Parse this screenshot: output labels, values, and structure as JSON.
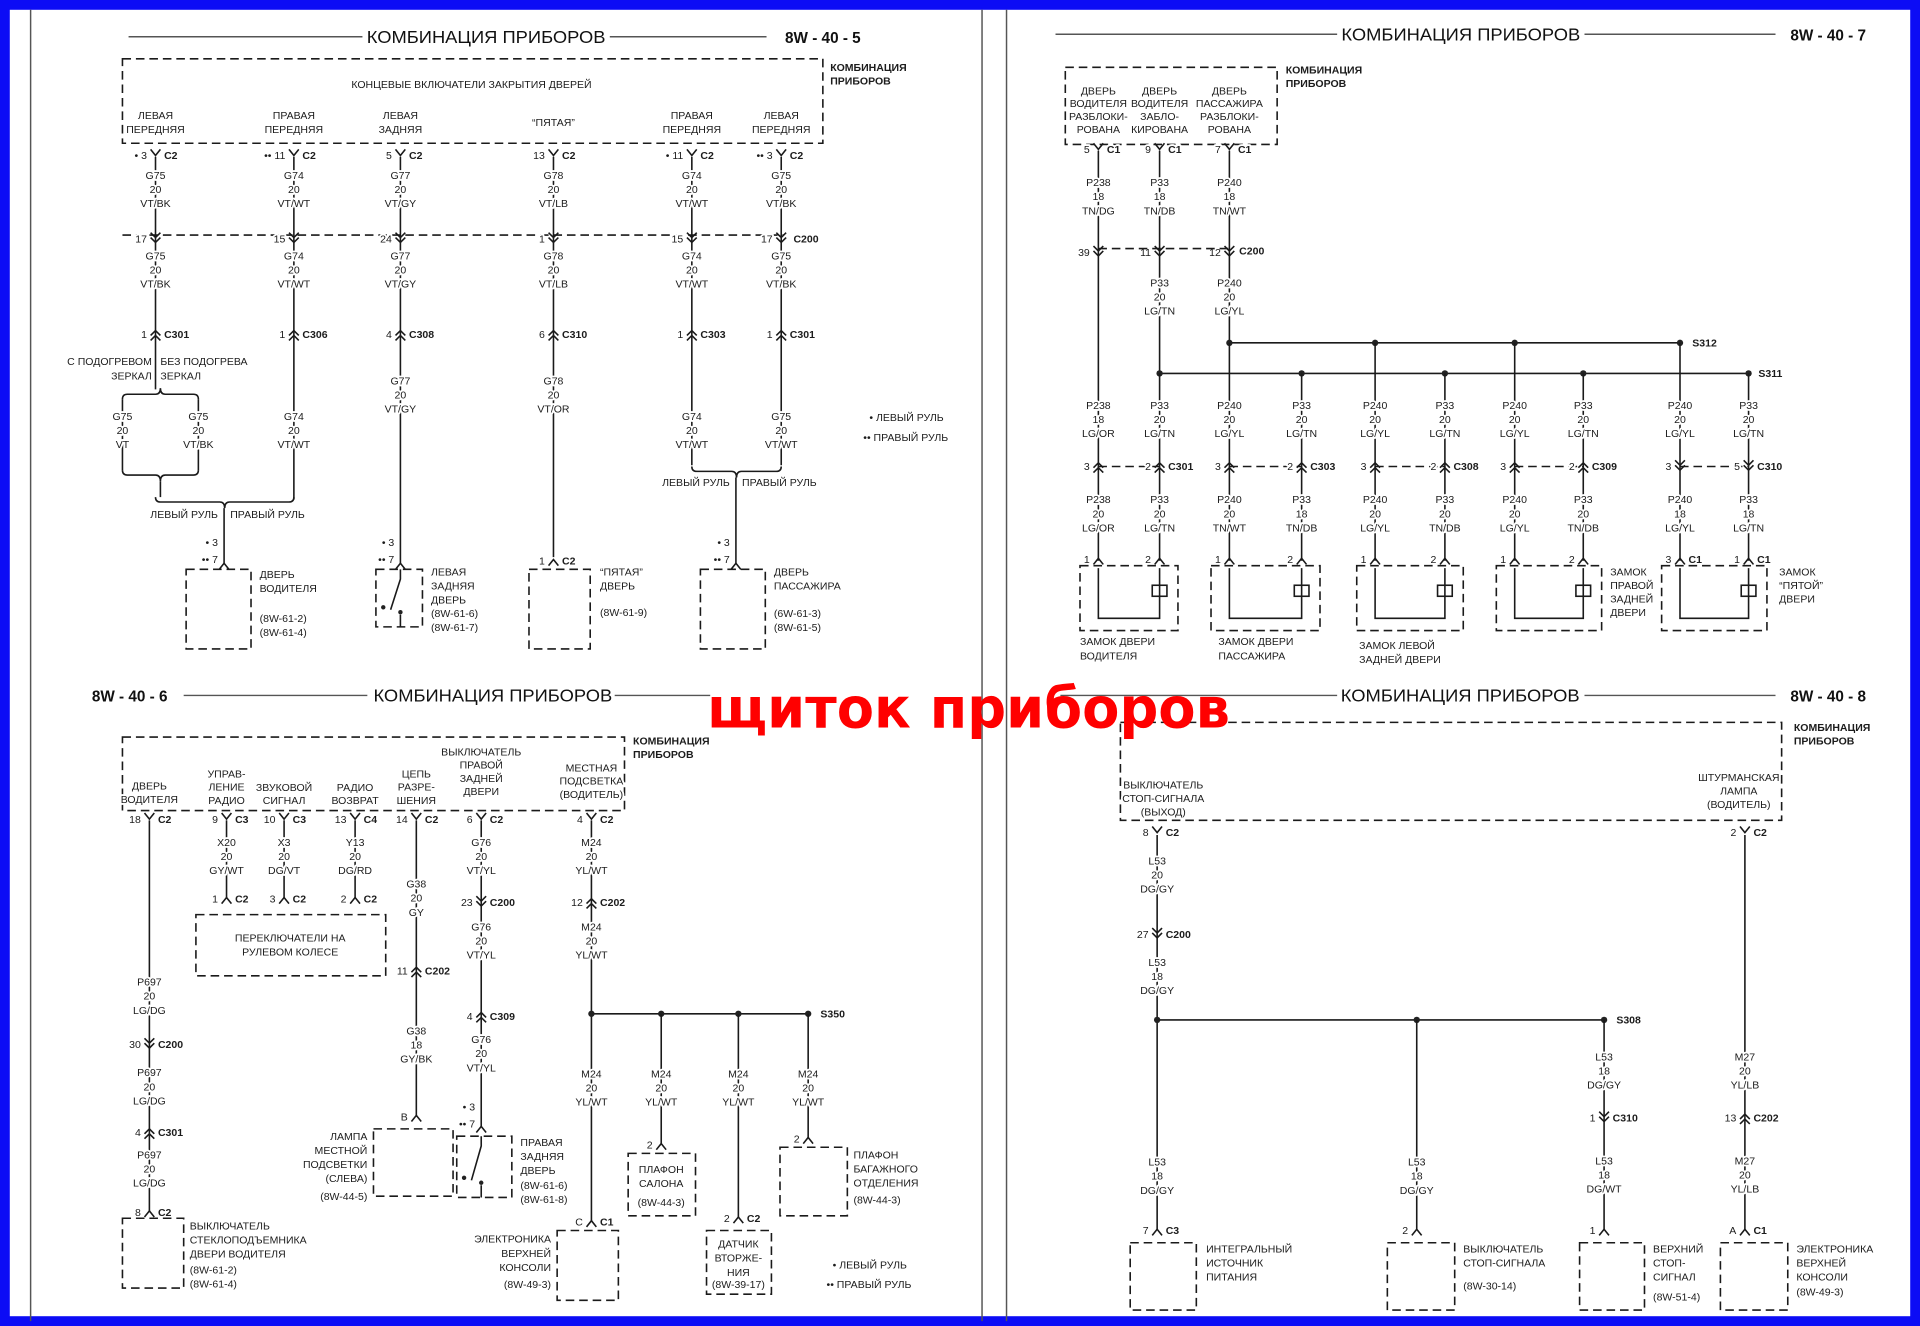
{
  "watermark": "щиток приборов",
  "legend": {
    "left": "• ЛЕВЫЙ РУЛЬ",
    "right": "•• ПРАВЫЙ РУЛЬ"
  },
  "colors": {
    "frame": "#0c0cf5",
    "watermark": "#ff0000"
  },
  "p5": {
    "page": "8W - 40 - 5",
    "title": "КОМБИНАЦИЯ ПРИБОРОВ",
    "module": [
      "КОМБИНАЦИЯ",
      "ПРИБОРОВ"
    ],
    "group": "КОНЦЕВЫЕ ВКЛЮЧАТЕЛИ ЗАКРЫТИЯ ДВЕРЕЙ",
    "c200": "C200",
    "cols": [
      {
        "head": [
          "ЛЕВАЯ",
          "ПЕРЕДНЯЯ"
        ],
        "top_pin": "• 3",
        "top_conn": "C2",
        "w1": [
          "G75",
          "20",
          "VT/BK"
        ],
        "c200_pin": "17",
        "w2": [
          "G75",
          "20",
          "VT/BK"
        ],
        "c2_pin": "1",
        "c2_conn": "C301"
      },
      {
        "head": [
          "ПРАВАЯ",
          "ПЕРЕДНЯЯ"
        ],
        "top_pin": "•• 11",
        "top_conn": "C2",
        "w1": [
          "G74",
          "20",
          "VT/WT"
        ],
        "c200_pin": "15",
        "w2": [
          "G74",
          "20",
          "VT/WT"
        ],
        "c2_pin": "1",
        "c2_conn": "C306",
        "w3": [
          "G74",
          "20",
          "VT/WT"
        ]
      },
      {
        "head": [
          "ЛЕВАЯ",
          "ЗАДНЯЯ"
        ],
        "top_pin": "5",
        "top_conn": "C2",
        "w1": [
          "G77",
          "20",
          "VT/GY"
        ],
        "c200_pin": "24",
        "w2": [
          "G77",
          "20",
          "VT/GY"
        ],
        "c2_pin": "4",
        "c2_conn": "C308",
        "w3": [
          "G77",
          "20",
          "VT/GY"
        ]
      },
      {
        "head": [
          "“ПЯТАЯ”"
        ],
        "top_pin": "13",
        "top_conn": "C2",
        "w1": [
          "G78",
          "20",
          "VT/LB"
        ],
        "c200_pin": "1",
        "w2": [
          "G78",
          "20",
          "VT/LB"
        ],
        "c2_pin": "6",
        "c2_conn": "C310",
        "w3": [
          "G78",
          "20",
          "VT/OR"
        ]
      },
      {
        "head": [
          "ПРАВАЯ",
          "ПЕРЕДНЯЯ"
        ],
        "top_pin": "• 11",
        "top_conn": "C2",
        "w1": [
          "G74",
          "20",
          "VT/WT"
        ],
        "c200_pin": "15",
        "w2": [
          "G74",
          "20",
          "VT/WT"
        ],
        "c2_pin": "1",
        "c2_conn": "C303",
        "w3": [
          "G74",
          "20",
          "VT/WT"
        ]
      },
      {
        "head": [
          "ЛЕВАЯ",
          "ПЕРЕДНЯЯ"
        ],
        "top_pin": "•• 3",
        "top_conn": "C2",
        "w1": [
          "G75",
          "20",
          "VT/BK"
        ],
        "c200_pin": "17",
        "w2": [
          "G75",
          "20",
          "VT/BK"
        ],
        "c2_pin": "1",
        "c2_conn": "C301",
        "w3": [
          "G75",
          "20",
          "VT/WT"
        ]
      }
    ],
    "mirror": {
      "heated": [
        "С ПОДОГРЕВОМ",
        "ЗЕРКАЛ"
      ],
      "unheated": [
        "БЕЗ ПОДОГРЕВА",
        "ЗЕРКАЛ"
      ],
      "w_heated": [
        "G75",
        "20",
        "VT"
      ],
      "w_unheated": [
        "G75",
        "20",
        "VT/BK"
      ]
    },
    "steering": [
      "ЛЕВЫЙ РУЛЬ",
      "ПРАВЫЙ РУЛЬ"
    ],
    "comps": [
      {
        "pins": [
          "• 3",
          "•• 7"
        ],
        "name": [
          "ДВЕРЬ",
          "ВОДИТЕЛЯ"
        ],
        "refs": [
          "(8W-61-2)",
          "(8W-61-4)"
        ]
      },
      {
        "pins": [
          "• 3",
          "•• 7"
        ],
        "name": [
          "ЛЕВАЯ",
          "ЗАДНЯЯ",
          "ДВЕРЬ"
        ],
        "refs": [
          "(8W-61-6)",
          "(8W-61-7)"
        ]
      },
      {
        "pin": "1",
        "conn": "C2",
        "name": [
          "“ПЯТАЯ”",
          "ДВЕРЬ"
        ],
        "refs": [
          "(8W-61-9)"
        ]
      },
      {
        "pins": [
          "• 3",
          "•• 7"
        ],
        "name": [
          "ДВЕРЬ",
          "ПАССАЖИРА"
        ],
        "refs": [
          "(6W-61-3)",
          "(8W-61-5)"
        ]
      }
    ]
  },
  "p7": {
    "page": "8W - 40 - 7",
    "title": "КОМБИНАЦИЯ ПРИБОРОВ",
    "module": [
      "КОМБИНАЦИЯ",
      "ПРИБОРОВ"
    ],
    "c200": "C200",
    "top": [
      {
        "head": [
          "ДВЕРЬ",
          "ВОДИТЕЛЯ",
          "РАЗБЛОКИ-",
          "РОВАНА"
        ],
        "pin": "5",
        "conn": "C1",
        "w1": [
          "P238",
          "18",
          "TN/DG"
        ],
        "c200_pin": "39"
      },
      {
        "head": [
          "ДВЕРЬ",
          "ВОДИТЕЛЯ",
          "ЗАБЛО-",
          "КИРОВАНА"
        ],
        "pin": "9",
        "conn": "C1",
        "w1": [
          "P33",
          "18",
          "TN/DB"
        ],
        "c200_pin": "11",
        "w2": [
          "P33",
          "20",
          "LG/TN"
        ]
      },
      {
        "head": [
          "ДВЕРЬ",
          "ПАССАЖИРА",
          "РАЗБЛОКИ-",
          "РОВАНА"
        ],
        "pin": "7",
        "conn": "C1",
        "w1": [
          "P240",
          "18",
          "TN/WT"
        ],
        "c200_pin": "12",
        "w2": [
          "P240",
          "20",
          "LG/YL"
        ]
      }
    ],
    "splices": [
      "S312",
      "S311"
    ],
    "inline_conns": [
      "C301",
      "C303",
      "C308",
      "C309",
      "C310"
    ],
    "lower": [
      {
        "w3": [
          "P238",
          "18",
          "LG/OR"
        ],
        "pin3": "3",
        "w4": [
          "P238",
          "20",
          "LG/OR"
        ],
        "pin4": "1"
      },
      {
        "w3": [
          "P33",
          "20",
          "LG/TN"
        ],
        "pin3": "2",
        "w4": [
          "P33",
          "20",
          "LG/TN"
        ],
        "pin4": "2"
      },
      {
        "w3": [
          "P240",
          "20",
          "LG/YL"
        ],
        "pin3": "3",
        "w4": [
          "P240",
          "20",
          "TN/WT"
        ],
        "pin4": "1"
      },
      {
        "w3": [
          "P33",
          "20",
          "LG/TN"
        ],
        "pin3": "2",
        "w4": [
          "P33",
          "18",
          "TN/DB"
        ],
        "pin4": "2"
      },
      {
        "w3": [
          "P240",
          "20",
          "LG/YL"
        ],
        "pin3": "3",
        "w4": [
          "P240",
          "20",
          "LG/YL"
        ],
        "pin4": "1"
      },
      {
        "w3": [
          "P33",
          "20",
          "LG/TN"
        ],
        "pin3": "2",
        "w4": [
          "P33",
          "20",
          "TN/DB"
        ],
        "pin4": "2"
      },
      {
        "w3": [
          "P240",
          "20",
          "LG/YL"
        ],
        "pin3": "3",
        "w4": [
          "P240",
          "20",
          "LG/YL"
        ],
        "pin4": "1"
      },
      {
        "w3": [
          "P33",
          "20",
          "LG/TN"
        ],
        "pin3": "2",
        "w4": [
          "P33",
          "20",
          "TN/DB"
        ],
        "pin4": "2"
      },
      {
        "w3": [
          "P240",
          "20",
          "LG/YL"
        ],
        "pin3": "3",
        "w4": [
          "P240",
          "18",
          "LG/YL"
        ],
        "pin4": "3",
        "conn4": "C1"
      },
      {
        "w3": [
          "P33",
          "20",
          "LG/TN"
        ],
        "pin3": "5",
        "w4": [
          "P33",
          "18",
          "LG/TN"
        ],
        "pin4": "1",
        "conn4": "C1"
      }
    ],
    "locks": [
      [
        "ЗАМОК ДВЕРИ",
        "ВОДИТЕЛЯ"
      ],
      [
        "ЗАМОК ДВЕРИ",
        "ПАССАЖИРА"
      ],
      [
        "ЗАМОК ЛЕВОЙ",
        "ЗАДНЕЙ ДВЕРИ"
      ],
      [
        "ЗАМОК",
        "ПРАВОЙ",
        "ЗАДНЕЙ",
        "ДВЕРИ"
      ],
      [
        "ЗАМОК",
        "“ПЯТОЙ”",
        "ДВЕРИ"
      ]
    ]
  },
  "p6": {
    "page": "8W - 40 - 6",
    "title": "КОМБИНАЦИЯ ПРИБОРОВ",
    "module": [
      "КОМБИНАЦИЯ",
      "ПРИБОРОВ"
    ],
    "cols": [
      {
        "head": [
          "ДВЕРЬ",
          "ВОДИТЕЛЯ"
        ],
        "pin": "18",
        "conn": "C2",
        "w1": [
          "P697",
          "20",
          "LG/DG"
        ],
        "pin2": "30",
        "conn2": "C200",
        "w2": [
          "P697",
          "20",
          "LG/DG"
        ],
        "pin3": "4",
        "conn3": "C301",
        "w3": [
          "P697",
          "20",
          "LG/DG"
        ],
        "pin4": "8",
        "conn4": "C2"
      },
      {
        "head": [
          "УПРАВ-",
          "ЛЕНИЕ",
          "РАДИО"
        ],
        "pin": "9",
        "conn": "C3",
        "w1": [
          "X20",
          "20",
          "GY/WT"
        ],
        "pin2": "1",
        "conn2": "C2"
      },
      {
        "head": [
          "ЗВУКОВОЙ",
          "СИГНАЛ"
        ],
        "pin": "10",
        "conn": "C3",
        "w1": [
          "X3",
          "20",
          "DG/VT"
        ],
        "pin2": "3",
        "conn2": "C2"
      },
      {
        "head": [
          "РАДИО",
          "ВОЗВРАТ"
        ],
        "pin": "13",
        "conn": "C4",
        "w1": [
          "Y13",
          "20",
          "DG/RD"
        ],
        "pin2": "2",
        "conn2": "C2"
      },
      {
        "head": [
          "ЦЕПЬ",
          "РАЗРЕ-",
          "ШЕНИЯ"
        ],
        "pin": "14",
        "conn": "C2",
        "w1": [
          "G38",
          "20",
          "GY"
        ],
        "pin2": "11",
        "conn2": "C202",
        "w2": [
          "G38",
          "18",
          "GY/BK"
        ],
        "pin3": "B"
      },
      {
        "head": [
          "ВЫКЛЮЧАТЕЛЬ",
          "ПРАВОЙ",
          "ЗАДНЕЙ",
          "ДВЕРИ"
        ],
        "pin": "6",
        "conn": "C2",
        "w1": [
          "G76",
          "20",
          "VT/YL"
        ],
        "pin2": "23",
        "conn2": "C200",
        "w2": [
          "G76",
          "20",
          "VT/YL"
        ],
        "pin3": "4",
        "conn3": "C309",
        "w3": [
          "G76",
          "20",
          "VT/YL"
        ]
      },
      {
        "head": [
          "МЕСТНАЯ",
          "ПОДСВЕТКА",
          "(ВОДИТЕЛЬ)"
        ],
        "pin": "4",
        "conn": "C2",
        "w1": [
          "M24",
          "20",
          "YL/WT"
        ],
        "pin2": "12",
        "conn2": "C202",
        "w2": [
          "M24",
          "20",
          "YL/WT"
        ]
      }
    ],
    "switches_box": [
      "ПЕРЕКЛЮЧАТЕЛИ НА",
      "РУЛЕВОМ КОЛЕСЕ"
    ],
    "splice": "S350",
    "drops": [
      [
        "M24",
        "20",
        "YL/WT"
      ],
      [
        "M24",
        "20",
        "YL/WT"
      ],
      [
        "M24",
        "20",
        "YL/WT"
      ],
      [
        "M24",
        "20",
        "YL/WT"
      ]
    ],
    "window_switch": {
      "name": [
        "ВЫКЛЮЧАТЕЛЬ",
        "СТЕКЛОПОДЪЕМНИКА",
        "ДВЕРИ ВОДИТЕЛЯ"
      ],
      "refs": [
        "(8W-61-2)",
        "(8W-61-4)"
      ]
    },
    "lamp": {
      "name": [
        "ЛАМПА",
        "МЕСТНОЙ",
        "ПОДСВЕТКИ",
        "(СЛЕВА)"
      ],
      "ref": "(8W-44-5)"
    },
    "rear_door": {
      "pins": [
        "• 3",
        "•• 7"
      ],
      "name": [
        "ПРАВАЯ",
        "ЗАДНЯЯ",
        "ДВЕРЬ"
      ],
      "refs": [
        "(8W-61-6)",
        "(8W-61-8)"
      ]
    },
    "overhead": {
      "pin": "C",
      "conn": "C1",
      "name": [
        "ЭЛЕКТРОНИКА",
        "ВЕРХНЕЙ",
        "КОНСОЛИ"
      ],
      "ref": "(8W-49-3)"
    },
    "dome": {
      "pin": "2",
      "name": [
        "ПЛАФОН",
        "САЛОНА"
      ],
      "ref": "(8W-44-3)"
    },
    "intrusion": {
      "pin": "2",
      "conn": "C2",
      "name": [
        "ДАТЧИК",
        "ВТОРЖЕ-",
        "НИЯ"
      ],
      "ref": "(8W-39-17)"
    },
    "cargo": {
      "pin": "2",
      "name": [
        "ПЛАФОН",
        "БАГАЖНОГО",
        "ОТДЕЛЕНИЯ"
      ],
      "ref": "(8W-44-3)"
    }
  },
  "p8": {
    "page": "8W - 40 - 8",
    "title": "КОМБИНАЦИЯ ПРИБОРОВ",
    "module": [
      "КОМБИНАЦИЯ",
      "ПРИБОРОВ"
    ],
    "left": {
      "head": [
        "ВЫКЛЮЧАТЕЛЬ",
        "СТОП-СИГНАЛА",
        "(ВЫХОД)"
      ],
      "pin": "8",
      "conn": "C2",
      "w1": [
        "L53",
        "20",
        "DG/GY"
      ],
      "pin2": "27",
      "conn2": "C200",
      "w2": [
        "L53",
        "18",
        "DG/GY"
      ]
    },
    "splice": "S308",
    "drops": [
      {
        "w": [
          "L53",
          "18",
          "DG/GY"
        ],
        "pin": "7",
        "conn": "C3",
        "name": [
          "ИНТЕГРАЛЬНЫЙ",
          "ИСТОЧНИК",
          "ПИТАНИЯ"
        ]
      },
      {
        "w": [
          "L53",
          "18",
          "DG/GY"
        ],
        "pin": "2",
        "name": [
          "ВЫКЛЮЧАТЕЛЬ",
          "СТОП-СИГНАЛА"
        ],
        "ref": "(8W-30-14)"
      },
      {
        "w0": [
          "L53",
          "18",
          "DG/GY"
        ],
        "pin_mid": "1",
        "conn_mid": "C310",
        "w": [
          "L53",
          "18",
          "DG/WT"
        ],
        "pin": "1",
        "name": [
          "ВЕРХНИЙ",
          "СТОП-",
          "СИГНАЛ"
        ],
        "ref": "(8W-51-4)"
      }
    ],
    "right": {
      "head": [
        "ШТУРМАНСКАЯ",
        "ЛАМПА",
        "(ВОДИТЕЛЬ)"
      ],
      "pin": "2",
      "conn": "C2",
      "w1": [
        "M27",
        "20",
        "YL/LB"
      ],
      "pin2": "13",
      "conn2": "C202",
      "w2": [
        "M27",
        "20",
        "YL/LB"
      ],
      "pin3": "A",
      "conn3": "C1",
      "name": [
        "ЭЛЕКТРОНИКА",
        "ВЕРХНЕЙ",
        "КОНСОЛИ"
      ],
      "ref": "(8W-49-3)"
    }
  }
}
